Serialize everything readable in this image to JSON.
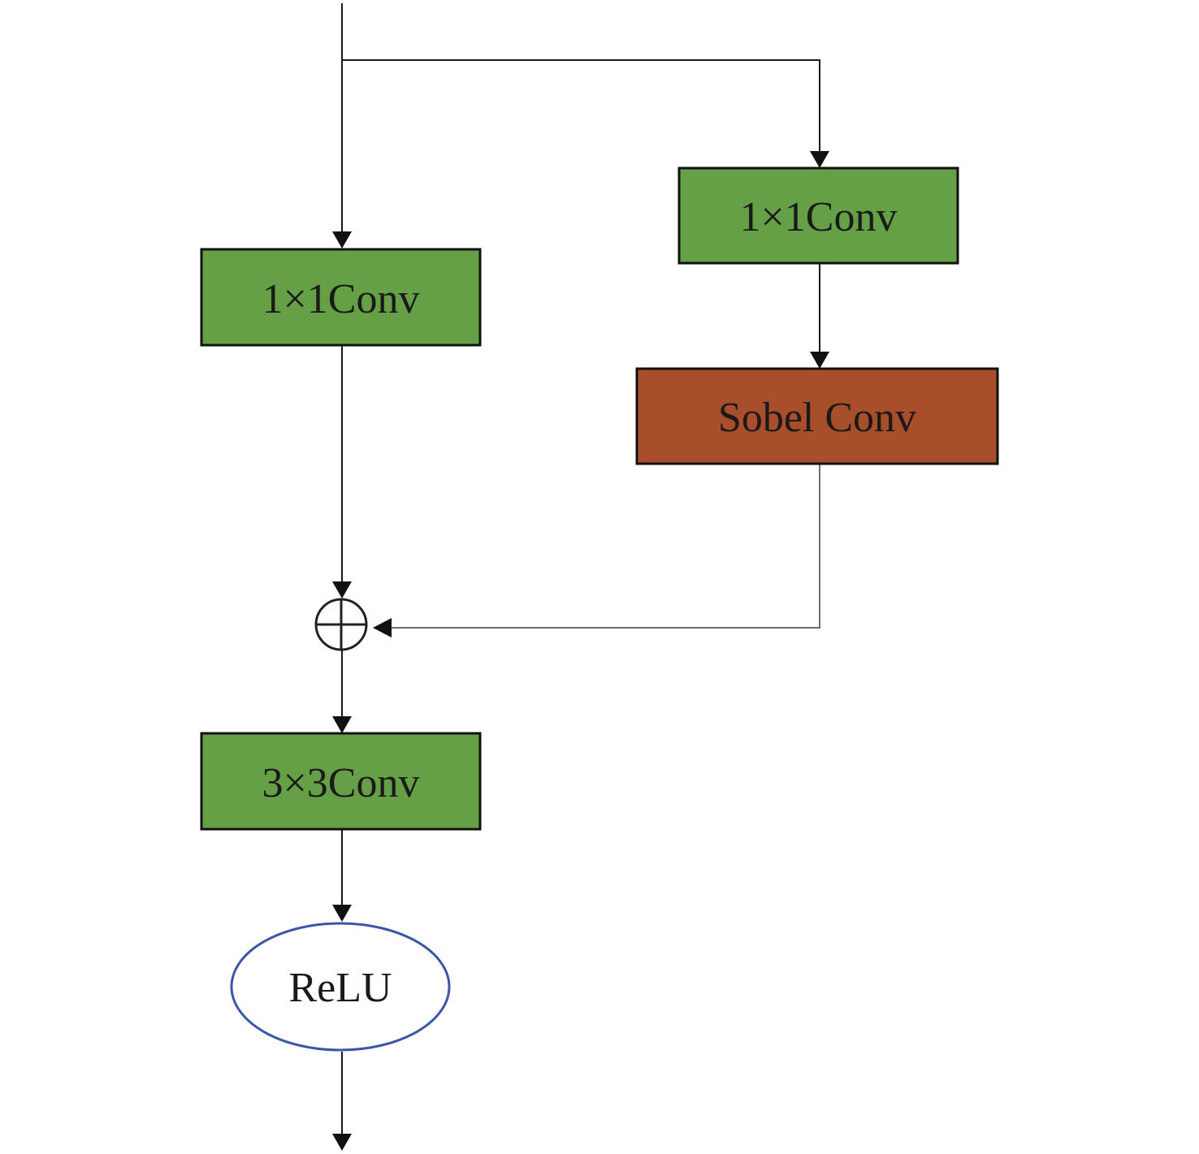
{
  "nodes": {
    "conv_left": {
      "label": "1×1Conv"
    },
    "conv_right": {
      "label": "1×1Conv"
    },
    "sobel": {
      "label": "Sobel Conv"
    },
    "conv3": {
      "label": "3×3Conv"
    },
    "relu": {
      "label": "ReLU"
    }
  },
  "colors": {
    "conv_fill": "#65a047",
    "sobel_fill": "#a94e2b",
    "relu_stroke": "#3b56a6",
    "box_stroke": "#111111",
    "sum_stroke": "#222222"
  },
  "icons": {
    "sum": "circled-plus-icon",
    "arrow": "arrowhead-icon"
  }
}
